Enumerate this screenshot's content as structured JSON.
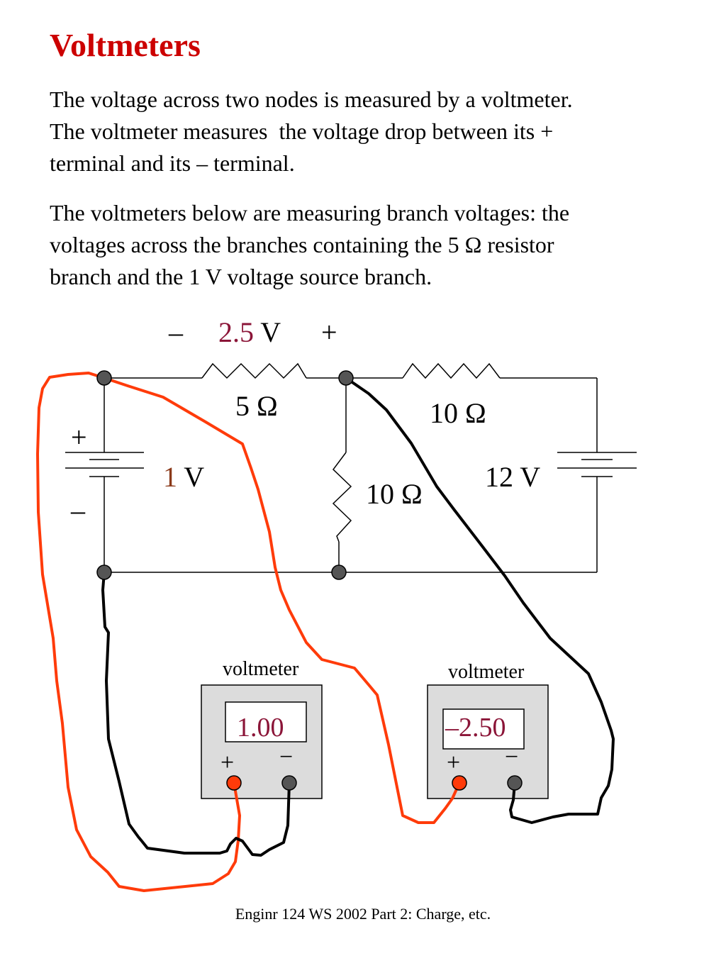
{
  "title": "Voltmeters",
  "paragraph1": [
    "The voltage across two nodes is measured by a voltmeter.",
    "The voltmeter measures  the voltage drop between its +",
    "terminal and its – terminal."
  ],
  "paragraph2": [
    "The voltmeters below are measuring branch voltages: the",
    "voltages across the branches containing the 5 Ω resistor",
    "branch and the 1 V voltage source branch."
  ],
  "circuit": {
    "top_minus": "–",
    "top_value": "2.5",
    "top_unit": " V",
    "top_plus": "+",
    "r1_label": "5 Ω",
    "r2_label": "10 Ω",
    "r3_label": "10 Ω",
    "src1_plus": "+",
    "src1_minus": "–",
    "src1_value": "1",
    "src1_unit": " V",
    "src2_label": "12 V"
  },
  "voltmeters": [
    {
      "title": "voltmeter",
      "reading": "1.00",
      "plus": "+",
      "minus": "−"
    },
    {
      "title": "voltmeter",
      "reading": "–2.50",
      "plus": "+",
      "minus": "−"
    }
  ],
  "colors": {
    "title": "#cc0000",
    "highlight": "#8b1538",
    "highlight_brown": "#8b3a1a",
    "red_lead": "#ff3b0a",
    "black_lead": "#000000",
    "meter_body": "#dcdcdc",
    "node": "#555555"
  },
  "footer": "Enginr 124 WS 2002  Part 2: Charge, etc."
}
